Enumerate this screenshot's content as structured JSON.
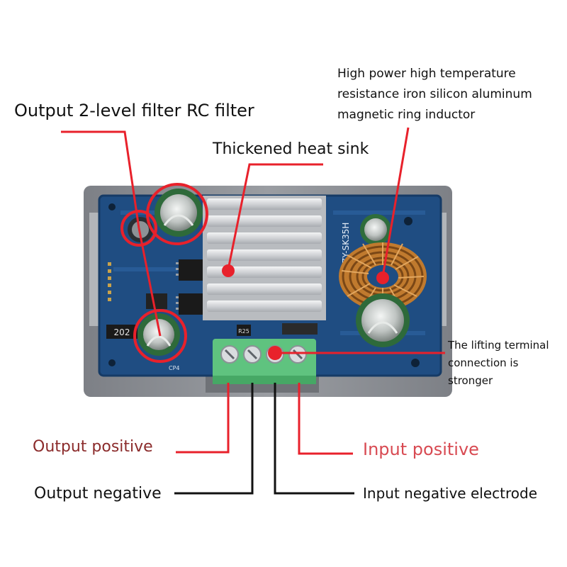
{
  "labels": {
    "filter": "Output 2-level filter RC filter",
    "heat_sink": "Thickened heat sink",
    "inductor": [
      "High power high temperature",
      "resistance iron silicon aluminum",
      "magnetic ring inductor"
    ],
    "lifting_terminal": [
      "The lifting terminal",
      " connection is",
      "stronger"
    ],
    "output_positive": "Output positive",
    "output_negative": "Output negative",
    "input_positive": "Input positive",
    "input_negative": "Input negative electrode"
  },
  "board_text": {
    "model": "ZY-SK35H",
    "component_code": "202",
    "ref_designator": "CP4",
    "resistor_code": "R25"
  },
  "colors": {
    "callout_red": "#e8212b",
    "output_positive_text": "#8b2b2b",
    "input_positive_text": "#d84a52",
    "pcb_blue": "#1e4f86",
    "terminal_green": "#5fc37f",
    "heatsink_silver": "#d5d7da",
    "copper": "#c07a2e",
    "case_gray": "#8e9196"
  }
}
